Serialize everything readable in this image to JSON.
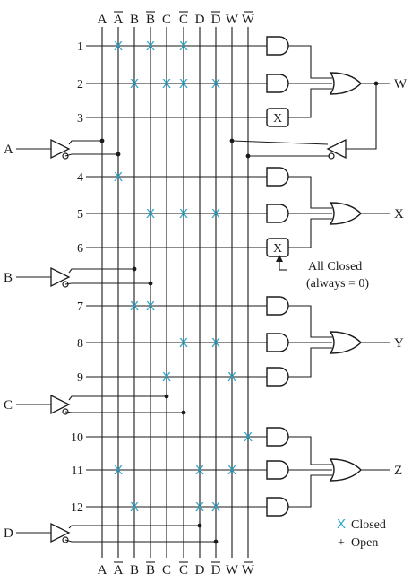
{
  "column_labels": [
    "A",
    "A",
    "B",
    "B",
    "C",
    "C",
    "D",
    "D",
    "W",
    "W"
  ],
  "column_bar": [
    false,
    true,
    false,
    true,
    false,
    true,
    false,
    true,
    false,
    true
  ],
  "inputs": [
    "A",
    "B",
    "C",
    "D"
  ],
  "rows": [
    "1",
    "2",
    "3",
    "4",
    "5",
    "6",
    "7",
    "8",
    "9",
    "10",
    "11",
    "12"
  ],
  "fixed_x_label": "X",
  "outputs": [
    "W",
    "X",
    "Y",
    "Z"
  ],
  "connections": [
    [
      1,
      3,
      5
    ],
    [
      2,
      4,
      5,
      7
    ],
    [],
    [
      1
    ],
    [
      3,
      5,
      7
    ],
    [],
    [
      2,
      3
    ],
    [
      5,
      7
    ],
    [
      4,
      8
    ],
    [
      9
    ],
    [
      1,
      6,
      8
    ],
    [
      2,
      6,
      7
    ]
  ],
  "annotation": {
    "line1": "All Closed",
    "line2": "(always = 0)"
  },
  "legend": {
    "closed_symbol": "X",
    "closed_label": "Closed",
    "open_symbol": "+",
    "open_label": "Open"
  },
  "colors": {
    "closed_mark": "#2aa7cf",
    "line": "#1a1a1a"
  }
}
